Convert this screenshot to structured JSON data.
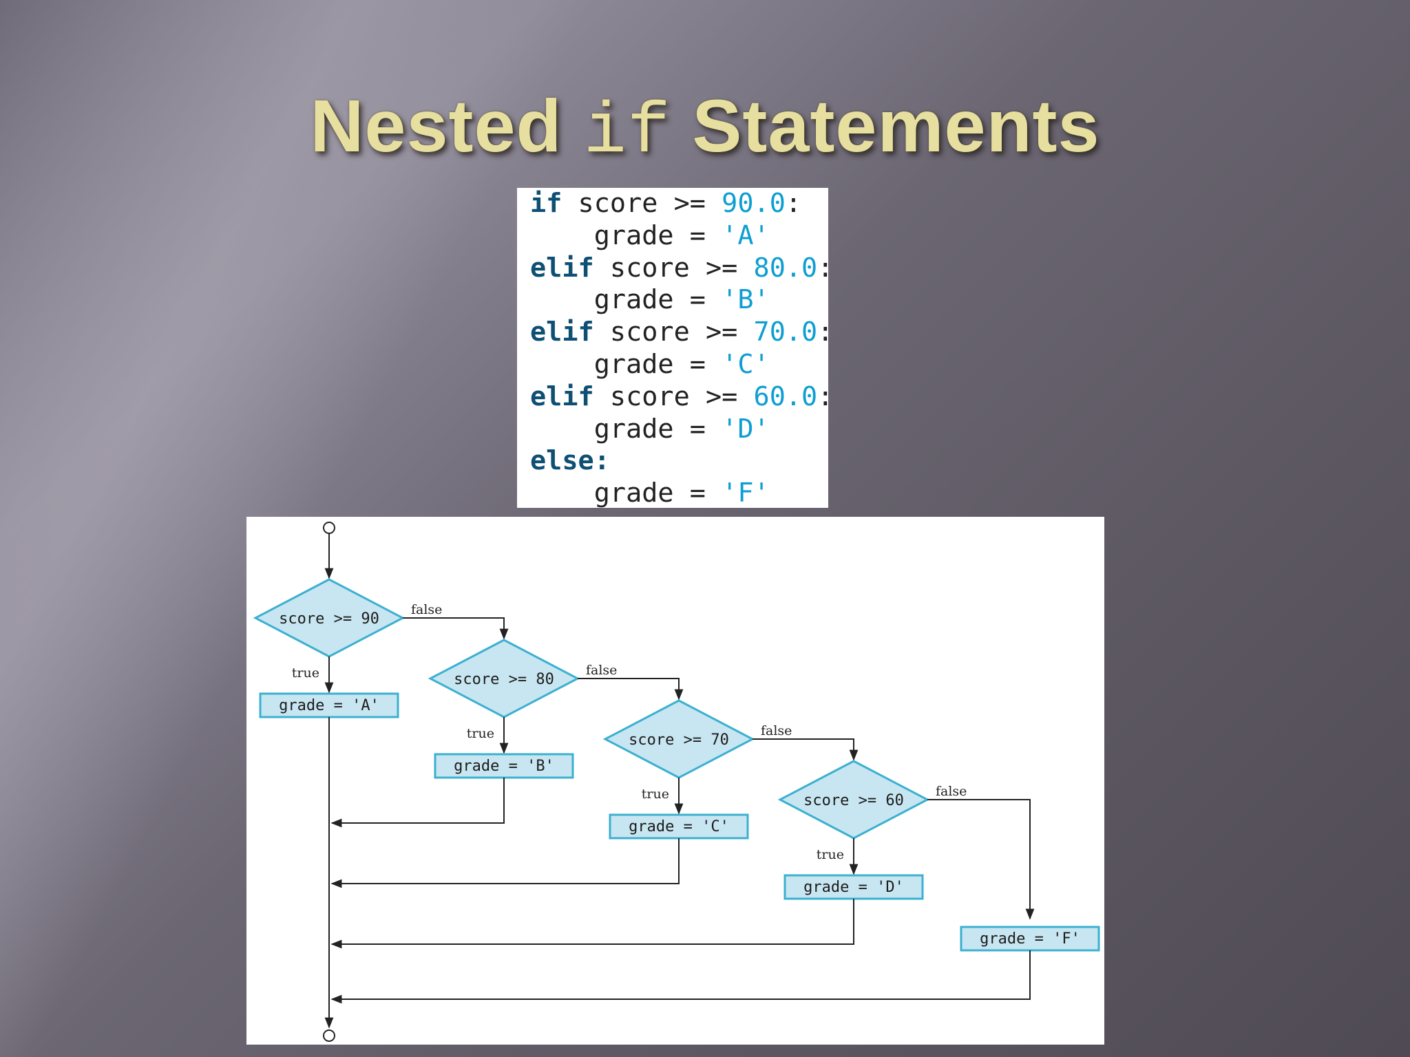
{
  "slide": {
    "title_prefix": "Nested",
    "title_code": "if",
    "title_suffix": "Statements"
  },
  "code": {
    "lines": [
      {
        "kw": "if",
        "rest": " score >= ",
        "value": "90.0",
        "end": ":"
      },
      {
        "indent": "    ",
        "plain": "grade = ",
        "str": "'A'"
      },
      {
        "kw": "elif",
        "rest": " score >= ",
        "value": "80.0",
        "end": ":"
      },
      {
        "indent": "    ",
        "plain": "grade = ",
        "str": "'B'"
      },
      {
        "kw": "elif",
        "rest": " score >= ",
        "value": "70.0",
        "end": ":"
      },
      {
        "indent": "    ",
        "plain": "grade = ",
        "str": "'C'"
      },
      {
        "kw": "elif",
        "rest": " score >= ",
        "value": "60.0",
        "end": ":"
      },
      {
        "indent": "    ",
        "plain": "grade = ",
        "str": "'D'"
      },
      {
        "kw": "else:"
      },
      {
        "indent": "    ",
        "plain": "grade = ",
        "str": "'F'"
      }
    ]
  },
  "flowchart": {
    "decisions": [
      {
        "label": "score >= 90",
        "true_label": "true",
        "false_label": "false"
      },
      {
        "label": "score >= 80",
        "true_label": "true",
        "false_label": "false"
      },
      {
        "label": "score >= 70",
        "true_label": "true",
        "false_label": "false"
      },
      {
        "label": "score >= 60",
        "true_label": "true",
        "false_label": "false"
      }
    ],
    "actions": [
      {
        "label": "grade = 'A'"
      },
      {
        "label": "grade = 'B'"
      },
      {
        "label": "grade = 'C'"
      },
      {
        "label": "grade = 'D'"
      },
      {
        "label": "grade = 'F'"
      }
    ],
    "colors": {
      "diamond_fill": "#c8e6f1",
      "diamond_stroke": "#3bb0d0",
      "box_fill": "#c8e6f1",
      "box_stroke": "#3bb0d0",
      "line": "#222222"
    }
  }
}
